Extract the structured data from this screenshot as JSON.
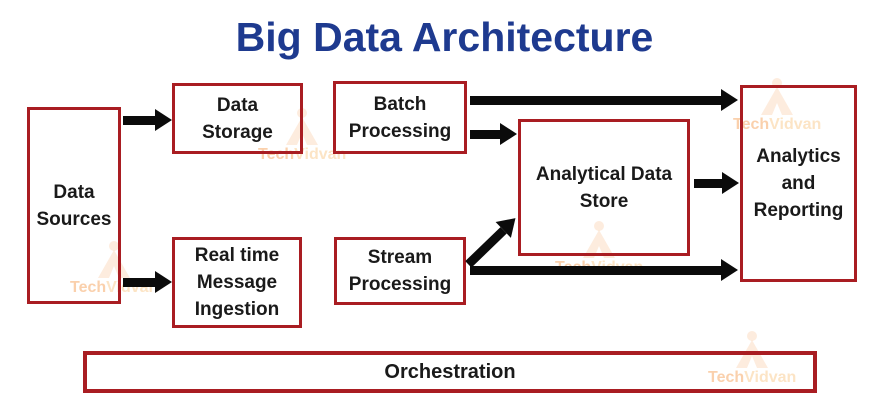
{
  "title": "Big Data Architecture",
  "colors": {
    "box_border_red": "#a91d22",
    "title_blue": "#1e3a8f",
    "arrow_black": "#0b0b0b",
    "watermark_orange": "#f5944a",
    "background": "#ffffff",
    "text": "#1a1a1a"
  },
  "nodes": {
    "data_sources": {
      "lines": [
        "Data",
        "Sources"
      ]
    },
    "data_storage": {
      "lines": [
        "Data",
        "Storage"
      ]
    },
    "batch_processing": {
      "lines": [
        "Batch",
        "Processing"
      ]
    },
    "realtime_message_ingestion": {
      "lines": [
        "Real time",
        "Message",
        "Ingestion"
      ]
    },
    "stream_processing": {
      "lines": [
        "Stream",
        "Processing"
      ]
    },
    "analytical_data_store": {
      "lines": [
        "Analytical Data",
        "Store"
      ]
    },
    "analytics_reporting": {
      "lines": [
        "Analytics",
        "and",
        "Reporting"
      ]
    },
    "orchestration": {
      "lines": [
        "Orchestration"
      ]
    }
  },
  "watermark": {
    "first": "Tech",
    "second": "Vidvan"
  }
}
